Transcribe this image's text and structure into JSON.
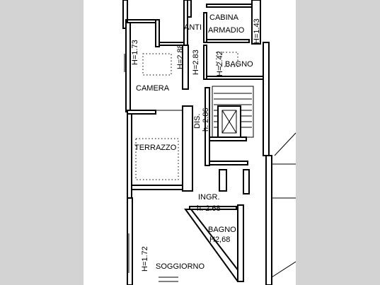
{
  "rooms": {
    "cabina_armadio_1": "CABINA",
    "cabina_armadio_2": "ARMADIO",
    "anti": "ANTI",
    "bagno_top": "BAGNO",
    "camera": "CAMERA",
    "terrazzo": "TERRAZZO",
    "ingr": "INGR.",
    "bagno_lower_1": "BAGNO",
    "bagno_lower_2": "H2,68",
    "soggiorno": "SOGGIORNO",
    "dis": "DIS."
  },
  "heights": {
    "h_cabina": "H=1.43",
    "h_camera_left": "H=1.73",
    "h_288": "H=2.88",
    "h_283": "H=2.83",
    "h_242": "H=2.42",
    "h_dis": "h. 2.86",
    "h_ingr": "h. 2.68",
    "h_soggiorno": "H=1.72"
  },
  "colors": {
    "background": "#d3d3d3",
    "sheet": "#ffffff",
    "ink": "#000000"
  }
}
